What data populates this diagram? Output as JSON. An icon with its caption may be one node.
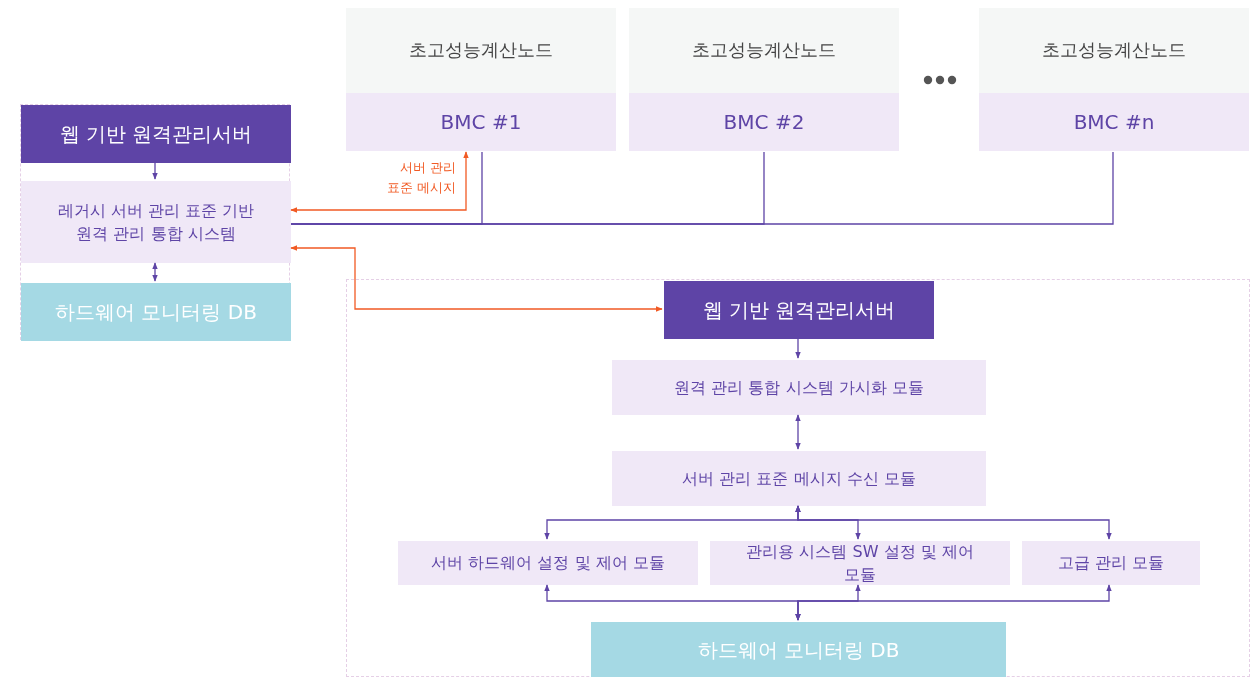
{
  "diagram": {
    "nodes": [
      {
        "text": [],
        "shape": "box"
      },
      {
        "text": [
          "웹 기반 원격관리서버"
        ],
        "in": 0
      },
      {
        "text": [
          "레거시 서버 관리 표준 기반 원격 관리 통합 시스템"
        ],
        "in": 0
      },
      {
        "text": [
          "하드웨어 모니터링 DB"
        ],
        "in": 0
      },
      {
        "text": [
          "초고성능계산노드"
        ]
      },
      {
        "text": [
          "BMC #1"
        ],
        "in": 4
      },
      {
        "text": [
          "초고성능계산노드"
        ]
      },
      {
        "text": [
          "BMC #2"
        ],
        "in": 6
      },
      {
        "text": [
          "초고성능계산노드"
        ]
      },
      {
        "text": [
          "BMC #n"
        ],
        "in": 8
      },
      {
        "text": [],
        "shape": "box"
      },
      {
        "text": [
          "웹 기반 원격관리서버"
        ],
        "in": 10
      },
      {
        "text": [
          "원격 관리 통합 시스템 가시화 모듈"
        ],
        "in": 10
      },
      {
        "text": [
          "서버 관리 표준 메시지 수신 모듈"
        ],
        "in": 10
      },
      {
        "text": [
          "서버 하드웨어 설정 및 제어 모듈"
        ],
        "in": 10
      },
      {
        "text": [
          "관리용 시스템 SW 설정 및 제어 모듈"
        ],
        "in": 10
      },
      {
        "text": [
          "고급 관리 모듈"
        ],
        "in": 10
      },
      {
        "text": [
          "하드웨어 모니터링 DB"
        ],
        "in": 10
      }
    ],
    "edges": [
      {
        "from": 2,
        "to": 5,
        "arrow": "both",
        "label": "서버 관리 표준 메시지",
        "color": "#f15a24"
      },
      {
        "from": 2,
        "to": 11,
        "arrow": "both",
        "color": "#f15a24"
      },
      {
        "from": 5,
        "to": 2,
        "arrow": "none"
      },
      {
        "from": 7,
        "to": 2,
        "arrow": "none"
      },
      {
        "from": 9,
        "to": 2,
        "arrow": "none"
      },
      {
        "from": 1,
        "to": 2,
        "arrow": "to"
      },
      {
        "from": 2,
        "to": 3,
        "arrow": "both"
      },
      {
        "from": 11,
        "to": 12,
        "arrow": "to"
      },
      {
        "from": 12,
        "to": 13,
        "arrow": "both"
      },
      {
        "from": 13,
        "to": 14,
        "arrow": "both"
      },
      {
        "from": 13,
        "to": 15,
        "arrow": "both"
      },
      {
        "from": 13,
        "to": 16,
        "arrow": "both"
      },
      {
        "from": 14,
        "to": 17,
        "arrow": "both"
      },
      {
        "from": 15,
        "to": 17,
        "arrow": "both"
      },
      {
        "from": 16,
        "to": 17,
        "arrow": "both"
      }
    ]
  }
}
